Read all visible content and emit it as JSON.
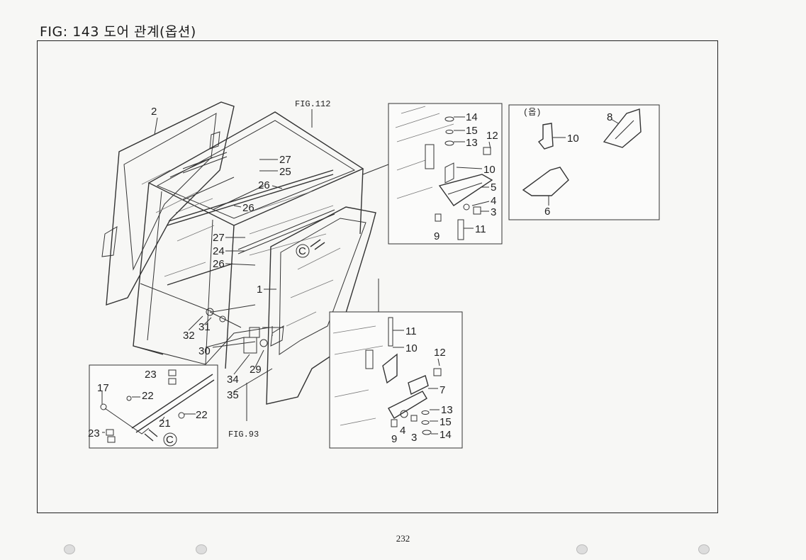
{
  "header": {
    "title": "FIG: 143 도어 관계(옵션)"
  },
  "page": {
    "number": "232"
  },
  "refs": {
    "fig112": "FIG.112",
    "fig93": "FIG.93"
  },
  "callout": {
    "c_main": "C",
    "c_inset": "C"
  },
  "inset_option": {
    "label": "(옵)"
  },
  "labels": {
    "main": [
      {
        "id": "m2",
        "text": "2"
      },
      {
        "id": "m27a",
        "text": "27"
      },
      {
        "id": "m25",
        "text": "25"
      },
      {
        "id": "m26a",
        "text": "26"
      },
      {
        "id": "m26b",
        "text": "26"
      },
      {
        "id": "m27b",
        "text": "27"
      },
      {
        "id": "m24",
        "text": "24"
      },
      {
        "id": "m26c",
        "text": "26"
      },
      {
        "id": "m1",
        "text": "1"
      },
      {
        "id": "m32",
        "text": "32"
      },
      {
        "id": "m31",
        "text": "31"
      },
      {
        "id": "m30",
        "text": "30"
      },
      {
        "id": "m34",
        "text": "34"
      },
      {
        "id": "m29",
        "text": "29"
      },
      {
        "id": "m35",
        "text": "35"
      }
    ],
    "top_hinge": [
      {
        "id": "t14",
        "text": "14"
      },
      {
        "id": "t15",
        "text": "15"
      },
      {
        "id": "t12",
        "text": "12"
      },
      {
        "id": "t13",
        "text": "13"
      },
      {
        "id": "t10",
        "text": "10"
      },
      {
        "id": "t5",
        "text": "5"
      },
      {
        "id": "t4",
        "text": "4"
      },
      {
        "id": "t3",
        "text": "3"
      },
      {
        "id": "t9",
        "text": "9"
      },
      {
        "id": "t11",
        "text": "11"
      }
    ],
    "option": [
      {
        "id": "o8",
        "text": "8"
      },
      {
        "id": "o10",
        "text": "10"
      },
      {
        "id": "o6",
        "text": "6"
      }
    ],
    "bottom_hinge": [
      {
        "id": "b11",
        "text": "11"
      },
      {
        "id": "b10",
        "text": "10"
      },
      {
        "id": "b12",
        "text": "12"
      },
      {
        "id": "b7",
        "text": "7"
      },
      {
        "id": "b13",
        "text": "13"
      },
      {
        "id": "b15",
        "text": "15"
      },
      {
        "id": "b9",
        "text": "9"
      },
      {
        "id": "b4",
        "text": "4"
      },
      {
        "id": "b3",
        "text": "3"
      },
      {
        "id": "b14",
        "text": "14"
      }
    ],
    "stay": [
      {
        "id": "s23a",
        "text": "23"
      },
      {
        "id": "s17",
        "text": "17"
      },
      {
        "id": "s22a",
        "text": "22"
      },
      {
        "id": "s22b",
        "text": "22"
      },
      {
        "id": "s21",
        "text": "21"
      },
      {
        "id": "s23b",
        "text": "23"
      }
    ]
  }
}
